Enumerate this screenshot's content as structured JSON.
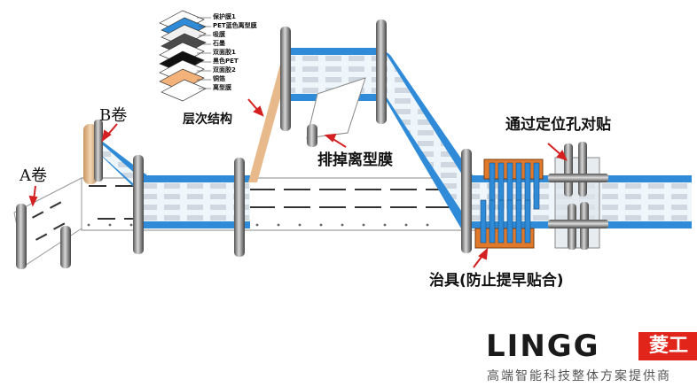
{
  "labels": {
    "roll_a": "A卷",
    "roll_b": "B卷",
    "layer_structure": "层次结构",
    "discard_release": "排掉离型膜",
    "align_holes": "通过定位孔对贴",
    "fixture": "治具(防止提早贴合)"
  },
  "layers": [
    "保护膜1",
    "PET蓝色离型膜",
    "吸膜",
    "石墨",
    "双面胶1",
    "黑色PET",
    "双面胶2",
    "铜箔",
    "离型膜"
  ],
  "brand": {
    "name": "LINGG",
    "badge": "菱工",
    "tagline": "高端智能科技整体方案提供商"
  },
  "colors": {
    "belt_blue": "#2f8bd8",
    "fixture_orange": "#e07a2a",
    "brand_red": "#e1251b"
  }
}
